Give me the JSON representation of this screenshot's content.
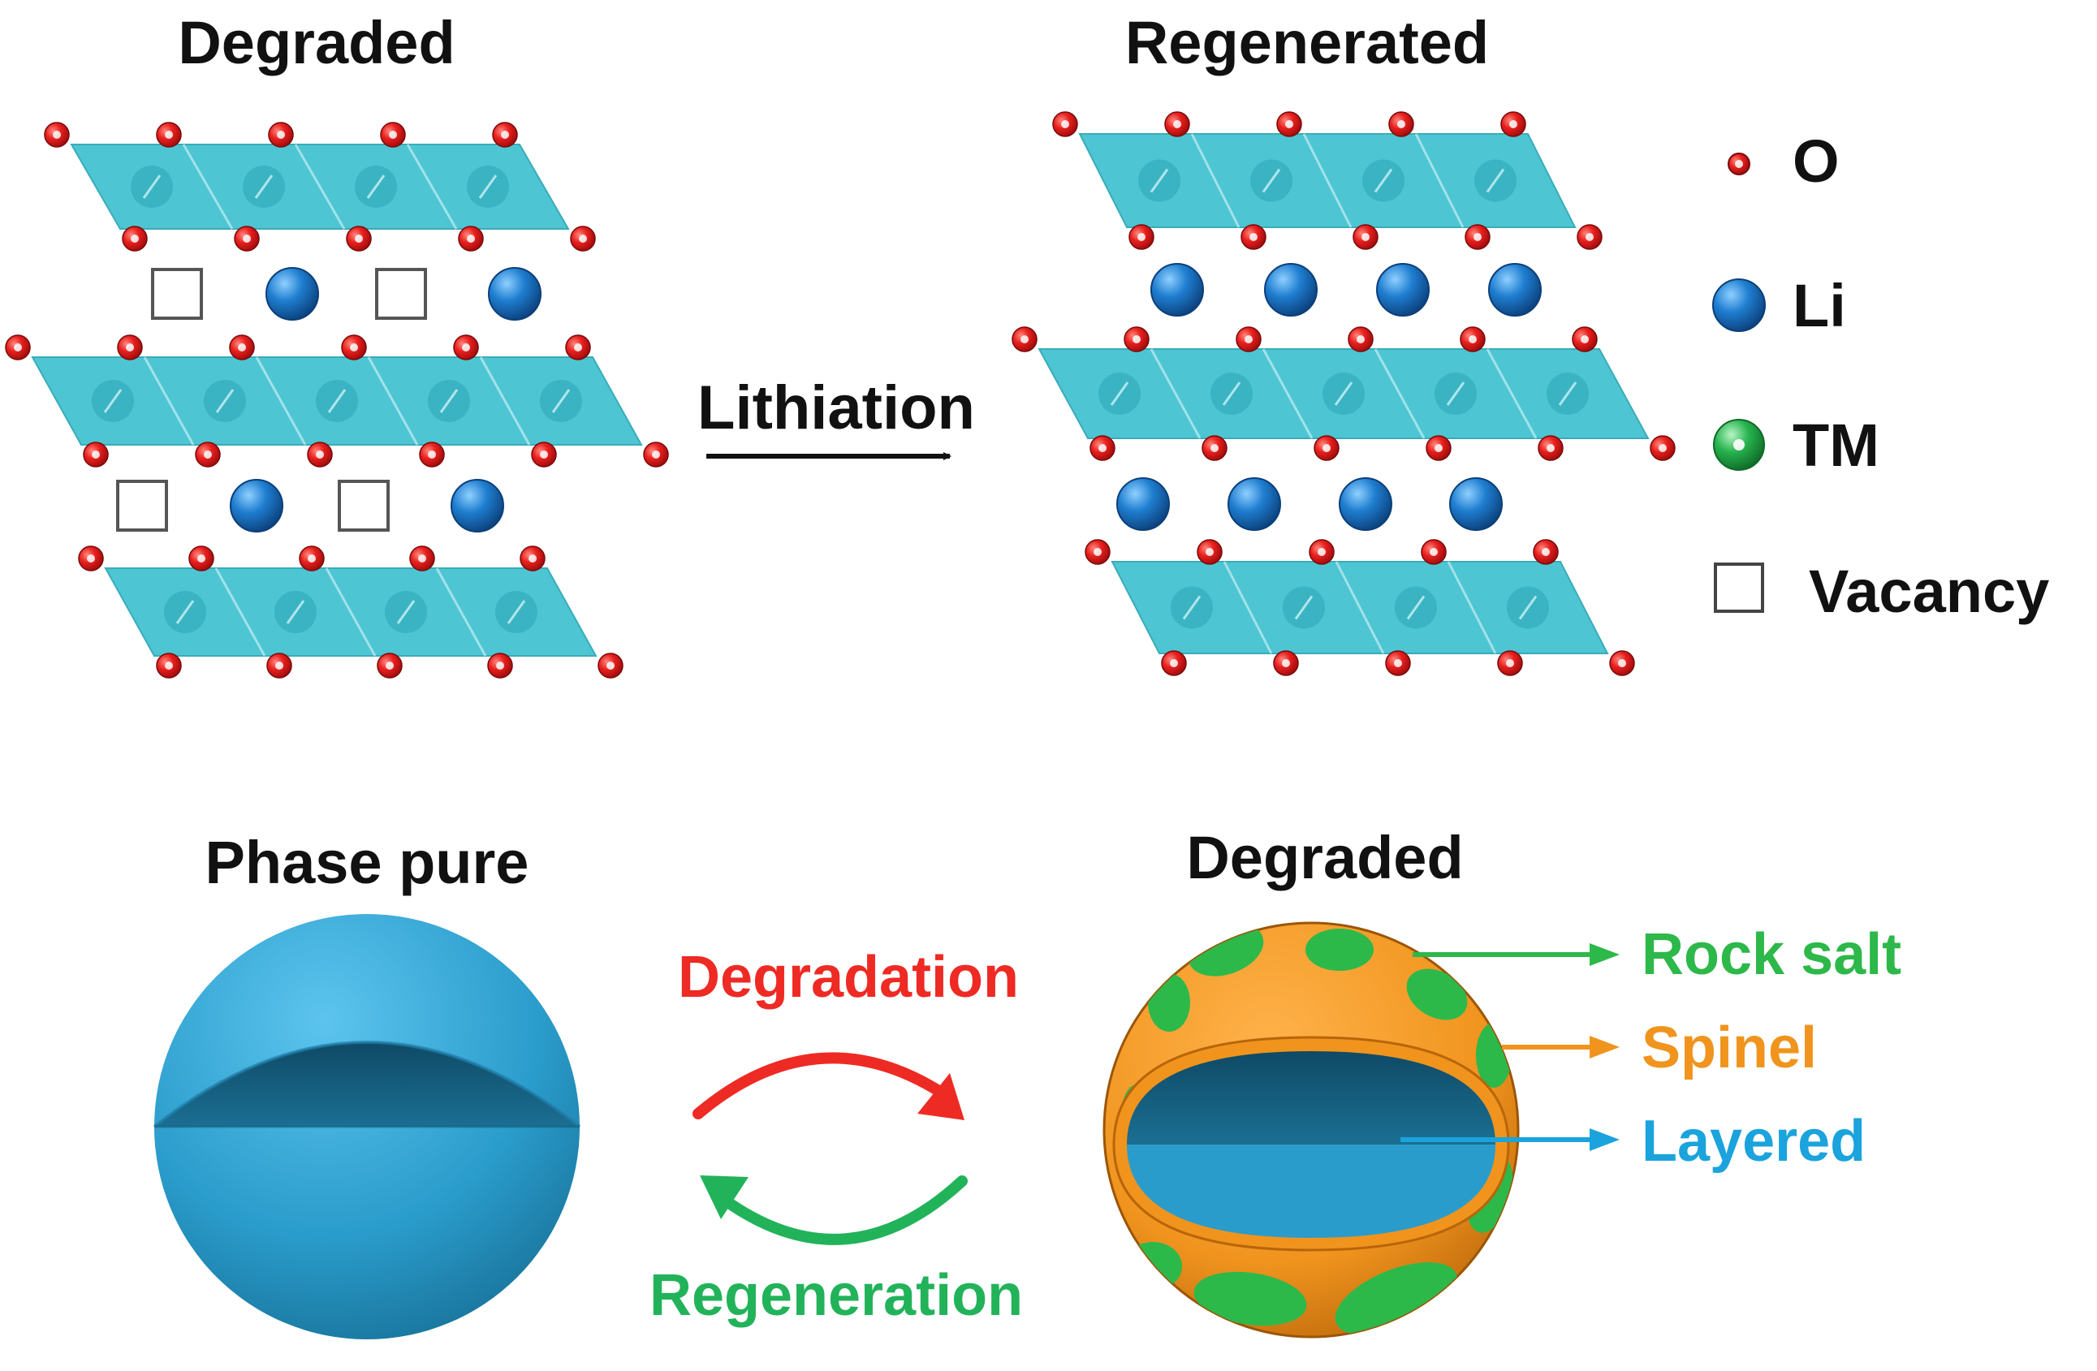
{
  "top": {
    "left_title": "Degraded",
    "right_title": "Regenerated",
    "arrow_label": "Lithiation"
  },
  "legend": {
    "items": [
      {
        "symbol": "o-atom",
        "label": "O"
      },
      {
        "symbol": "li-atom",
        "label": "Li"
      },
      {
        "symbol": "tm-atom",
        "label": "TM"
      },
      {
        "symbol": "vacancy",
        "label": "Vacancy"
      }
    ]
  },
  "bottom": {
    "left_title": "Phase pure",
    "right_title": "Degraded",
    "degradation_label": "Degradation",
    "regeneration_label": "Regeneration",
    "phases": [
      {
        "label": "Rock salt",
        "color": "#2db84a"
      },
      {
        "label": "Spinel",
        "color": "#f0941e"
      },
      {
        "label": "Layered",
        "color": "#1aa3dc"
      }
    ]
  },
  "colors": {
    "oxygen": "#e8201e",
    "lithium": "#1f7ed0",
    "tm": "#28b450",
    "octahedra": "#3fc1cf",
    "sphere": "#2a9ccb",
    "degradation": "#ee2a24",
    "regeneration": "#22b35a"
  }
}
